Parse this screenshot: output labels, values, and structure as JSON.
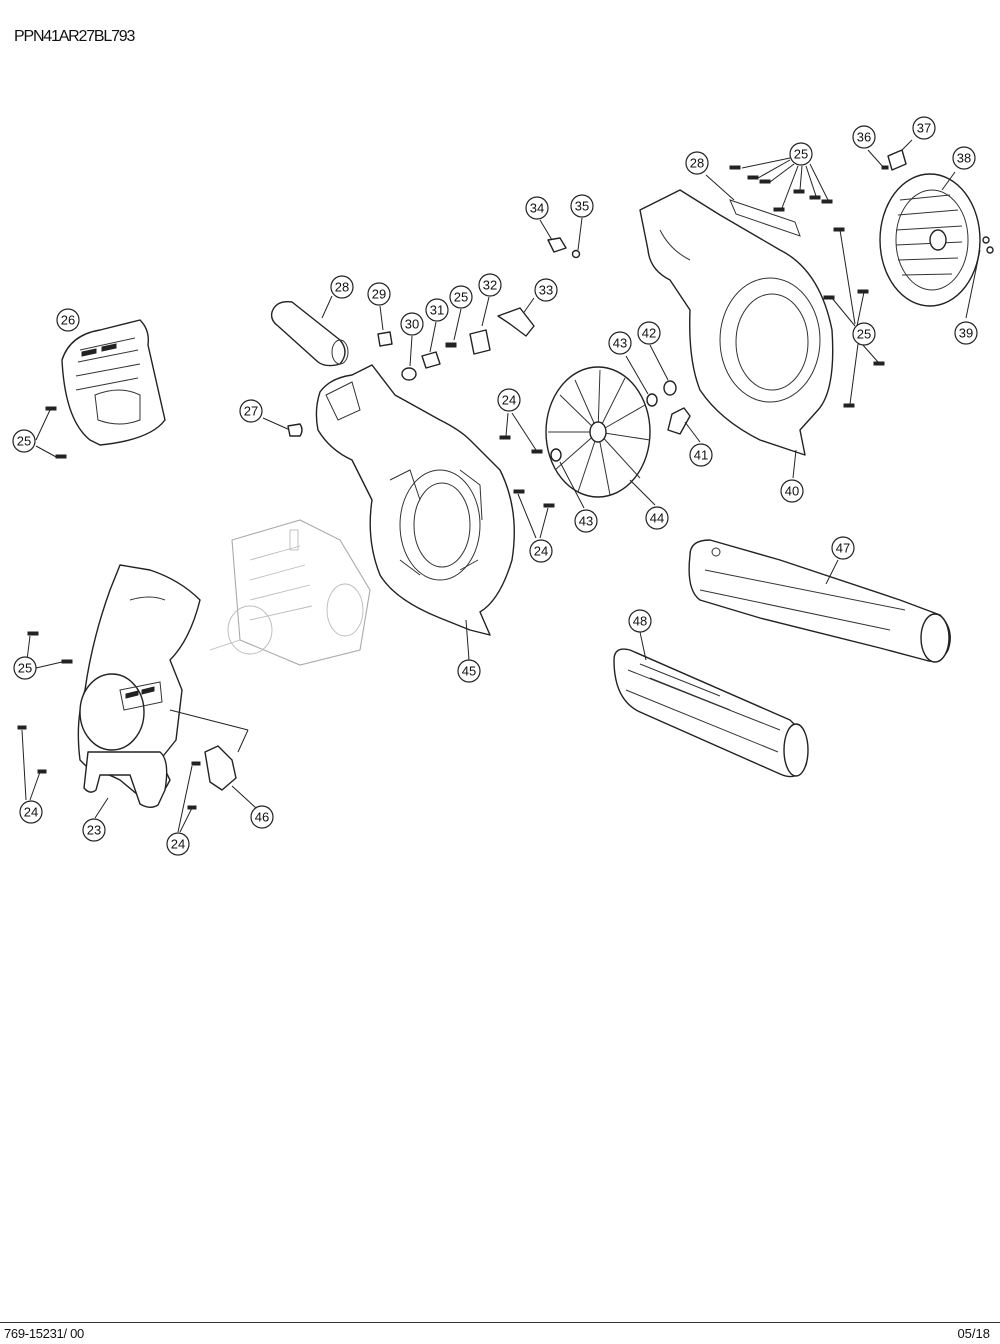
{
  "header": {
    "model_number": "PPN41AR27BL793"
  },
  "footer": {
    "document_number": "769-15231/ 00",
    "date": "05/18"
  },
  "callouts": [
    {
      "id": "c23",
      "label": "23"
    },
    {
      "id": "c24a",
      "label": "24"
    },
    {
      "id": "c24b",
      "label": "24"
    },
    {
      "id": "c24c",
      "label": "24"
    },
    {
      "id": "c24d",
      "label": "24"
    },
    {
      "id": "c25a",
      "label": "25"
    },
    {
      "id": "c25b",
      "label": "25"
    },
    {
      "id": "c25c",
      "label": "25"
    },
    {
      "id": "c25d",
      "label": "25"
    },
    {
      "id": "c25e",
      "label": "25"
    },
    {
      "id": "c26",
      "label": "26"
    },
    {
      "id": "c27",
      "label": "27"
    },
    {
      "id": "c28a",
      "label": "28"
    },
    {
      "id": "c28b",
      "label": "28"
    },
    {
      "id": "c29",
      "label": "29"
    },
    {
      "id": "c30",
      "label": "30"
    },
    {
      "id": "c31",
      "label": "31"
    },
    {
      "id": "c32",
      "label": "32"
    },
    {
      "id": "c33",
      "label": "33"
    },
    {
      "id": "c34",
      "label": "34"
    },
    {
      "id": "c35",
      "label": "35"
    },
    {
      "id": "c36",
      "label": "36"
    },
    {
      "id": "c37",
      "label": "37"
    },
    {
      "id": "c38",
      "label": "38"
    },
    {
      "id": "c39",
      "label": "39"
    },
    {
      "id": "c40",
      "label": "40"
    },
    {
      "id": "c41",
      "label": "41"
    },
    {
      "id": "c42",
      "label": "42"
    },
    {
      "id": "c43a",
      "label": "43"
    },
    {
      "id": "c43b",
      "label": "43"
    },
    {
      "id": "c44",
      "label": "44"
    },
    {
      "id": "c45",
      "label": "45"
    },
    {
      "id": "c46",
      "label": "46"
    },
    {
      "id": "c47",
      "label": "47"
    },
    {
      "id": "c48",
      "label": "48"
    }
  ]
}
